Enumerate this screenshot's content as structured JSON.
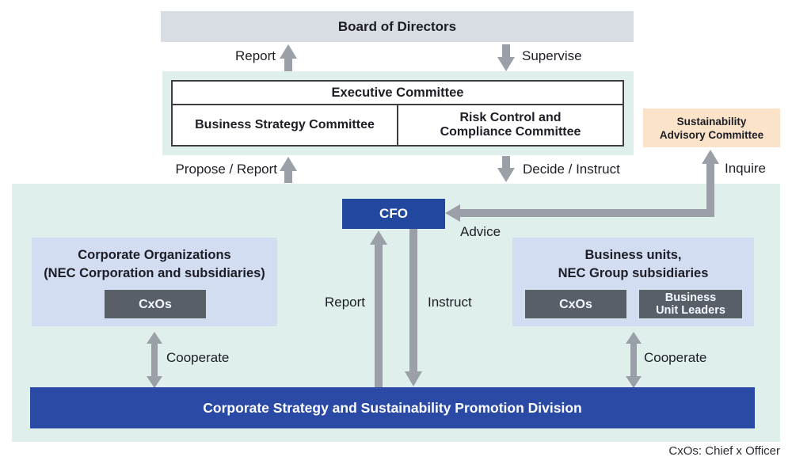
{
  "palette": {
    "panel_green": "#dfefeb",
    "box_gray_blue": "#d8dce3",
    "box_light_blue": "#d3ddf1",
    "box_peach": "#fae3c9",
    "box_dark_blue": "#21489e",
    "bar_dark_blue": "#2a4aa6",
    "box_dark_gray": "#595f66",
    "arrow_gray": "#9ba0a8",
    "text_dark": "#1d1d26"
  },
  "board": {
    "label": "Board of Directors"
  },
  "executive": {
    "committee": "Executive Committee",
    "business_strategy": "Business Strategy Committee",
    "risk_control_line1": "Risk Control and",
    "risk_control_line2": "Compliance Committee"
  },
  "advisory": {
    "line1": "Sustainability",
    "line2": "Advisory Committee"
  },
  "cfo": {
    "label": "CFO"
  },
  "corporate_org": {
    "line1": "Corporate Organizations",
    "line2": "(NEC Corporation and subsidiaries)",
    "cxos": "CxOs"
  },
  "business_units": {
    "line1": "Business units,",
    "line2": "NEC Group subsidiaries",
    "cxos": "CxOs",
    "leaders_line1": "Business",
    "leaders_line2": "Unit Leaders"
  },
  "division": {
    "label": "Corporate Strategy and Sustainability Promotion Division"
  },
  "arrows": {
    "report_top": "Report",
    "supervise": "Supervise",
    "propose_report": "Propose / Report",
    "decide_instruct": "Decide / Instruct",
    "inquire": "Inquire",
    "advice": "Advice",
    "report_inner": "Report",
    "instruct_inner": "Instruct",
    "cooperate_left": "Cooperate",
    "cooperate_right": "Cooperate"
  },
  "footnote": "CxOs: Chief x Officer"
}
